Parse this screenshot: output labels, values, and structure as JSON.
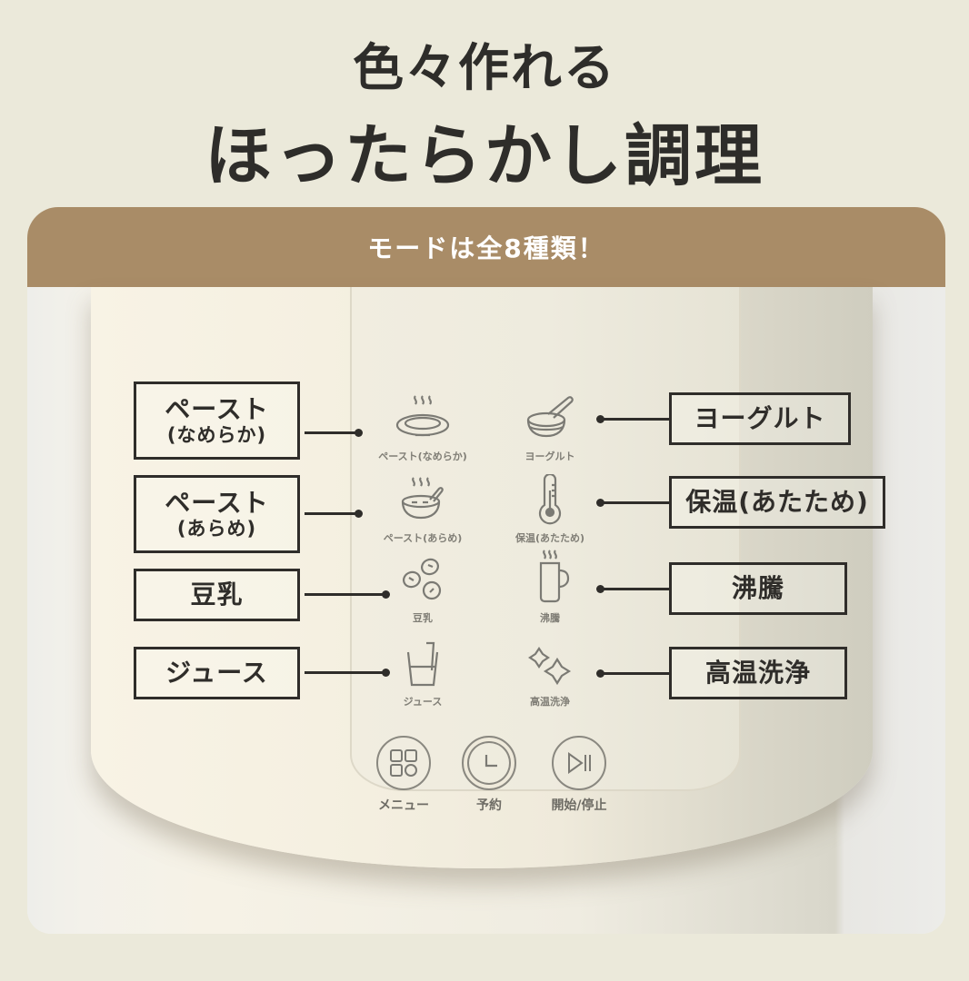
{
  "headline": {
    "line1": "色々作れる",
    "line2": "ほったらかし調理"
  },
  "banner": {
    "text": "モードは全8種類！",
    "color": "#a98c67"
  },
  "left_labels": [
    {
      "main": "ペースト",
      "sub": "(なめらか)",
      "icon": "steaming-plate-icon",
      "caption": "ペースト(なめらか)"
    },
    {
      "main": "ペースト",
      "sub": "(あらめ)",
      "icon": "steaming-bowl-spoon-icon",
      "caption": "ペースト(あらめ)"
    },
    {
      "main": "豆乳",
      "sub": "",
      "icon": "soybeans-icon",
      "caption": "豆乳"
    },
    {
      "main": "ジュース",
      "sub": "",
      "icon": "glass-straw-icon",
      "caption": "ジュース"
    }
  ],
  "right_labels": [
    {
      "main": "ヨーグルト",
      "icon": "yogurt-bowl-spoon-icon",
      "caption": "ヨーグルト"
    },
    {
      "main": "保温(あたため)",
      "icon": "thermometer-icon",
      "caption": "保温(あたため)"
    },
    {
      "main": "沸騰",
      "icon": "steaming-pitcher-icon",
      "caption": "沸騰"
    },
    {
      "main": "高温洗浄",
      "icon": "sparkles-icon",
      "caption": "高温洗浄"
    }
  ],
  "controls": [
    {
      "label": "メニュー",
      "icon": "menu-grid-icon"
    },
    {
      "label": "予約",
      "icon": "clock-icon"
    },
    {
      "label": "開始/停止",
      "icon": "play-pause-icon"
    }
  ]
}
